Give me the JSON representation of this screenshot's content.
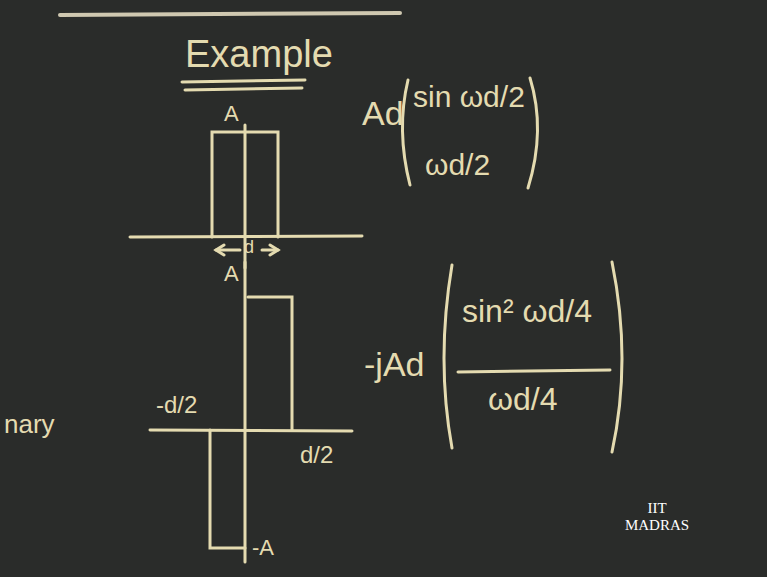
{
  "diagram": {
    "title": "Example",
    "labels": [
      "A",
      "d",
      "Ad",
      "sin ωd/2",
      "ωd/2",
      "nary",
      "A",
      "-d/2",
      "d/2",
      "-A",
      "-jAd",
      "sin² ωd/4",
      "ωd/4",
      "IIT MADRAS"
    ]
  }
}
